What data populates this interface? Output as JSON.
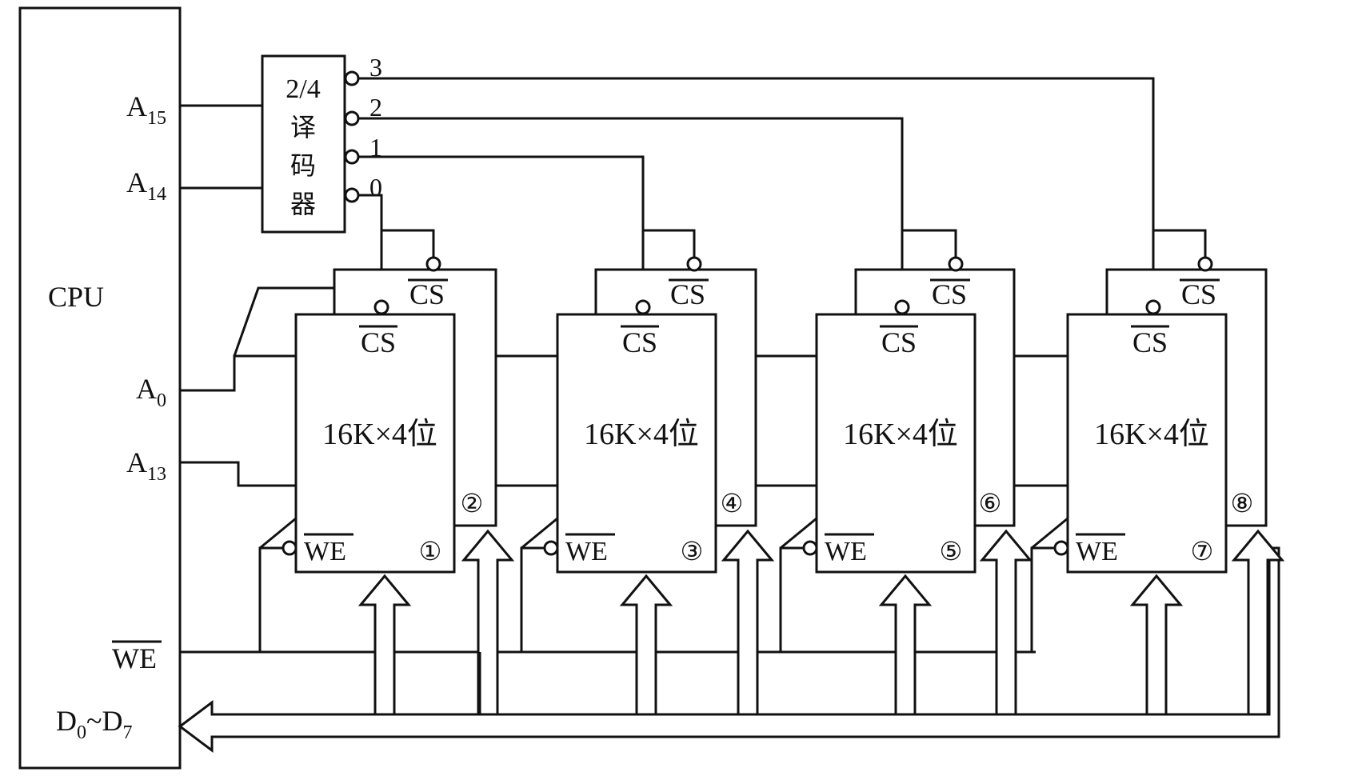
{
  "cpu": {
    "label": "CPU",
    "pins": {
      "a15": "A",
      "a15_sub": "15",
      "a14": "A",
      "a14_sub": "14",
      "a0": "A",
      "a0_sub": "0",
      "a13": "A",
      "a13_sub": "13",
      "we": "WE",
      "d_prefix": "D",
      "d_sub0": "0",
      "d_tilde": "~",
      "d_mid": "D",
      "d_sub7": "7"
    }
  },
  "decoder": {
    "lines": [
      "2/4",
      "译",
      "码",
      "器"
    ],
    "outputs": [
      "3",
      "2",
      "1",
      "0"
    ]
  },
  "cs_label": "CS",
  "we_label": "WE",
  "chips": [
    {
      "label": "16K×4位",
      "front": "①",
      "back": "②"
    },
    {
      "label": "16K×4位",
      "front": "③",
      "back": "④"
    },
    {
      "label": "16K×4位",
      "front": "⑤",
      "back": "⑥"
    },
    {
      "label": "16K×4位",
      "front": "⑦",
      "back": "⑧"
    }
  ]
}
